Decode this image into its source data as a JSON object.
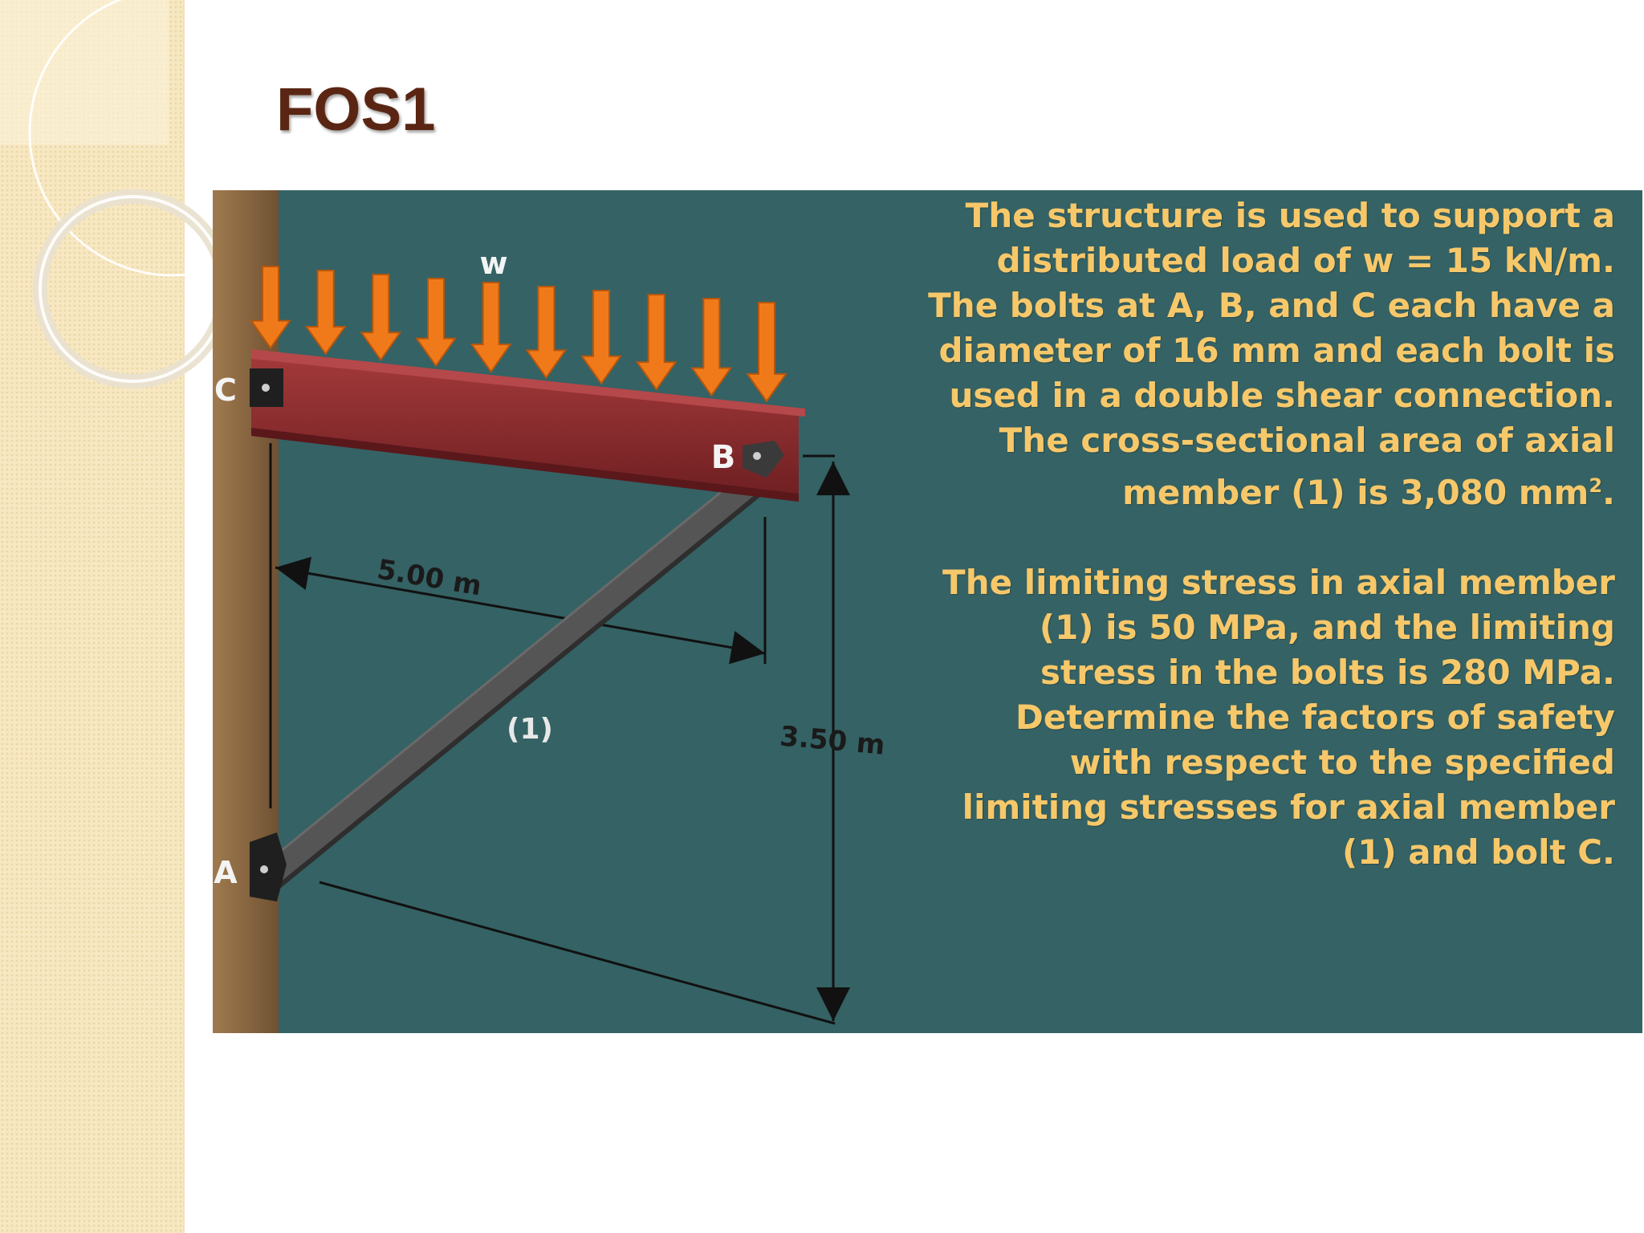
{
  "slide": {
    "title": "FOS1"
  },
  "figure": {
    "labels": {
      "load": "w",
      "joint_c": "C",
      "joint_b": "B",
      "joint_a": "A",
      "member": "(1)",
      "horizontal_dim": "5.00 m",
      "vertical_dim": "3.50 m"
    },
    "problem": {
      "paragraph1_pre": "The structure is used to support a distributed load of w = 15 kN/m.  The bolts at A, B, and C each have a diameter of 16 mm and each bolt is used in a double shear connection.  The cross-sectional area of axial member (1) is 3,080 mm",
      "paragraph1_sup": "2",
      "paragraph1_post": ".",
      "paragraph2": "The limiting stress in axial member (1) is 50 MPa, and the limiting stress in the bolts is 280 MPa.  Determine the factors of safety with respect to the specified limiting stresses for axial member (1) and bolt C."
    },
    "colors": {
      "panel": "#356264",
      "wall": "#8b6a45",
      "beam": "#8a2a2c",
      "arrow": "#f07a1a",
      "strut": "#4a4a4a",
      "problem_text": "#f7c86a",
      "title": "#5a2613"
    }
  }
}
